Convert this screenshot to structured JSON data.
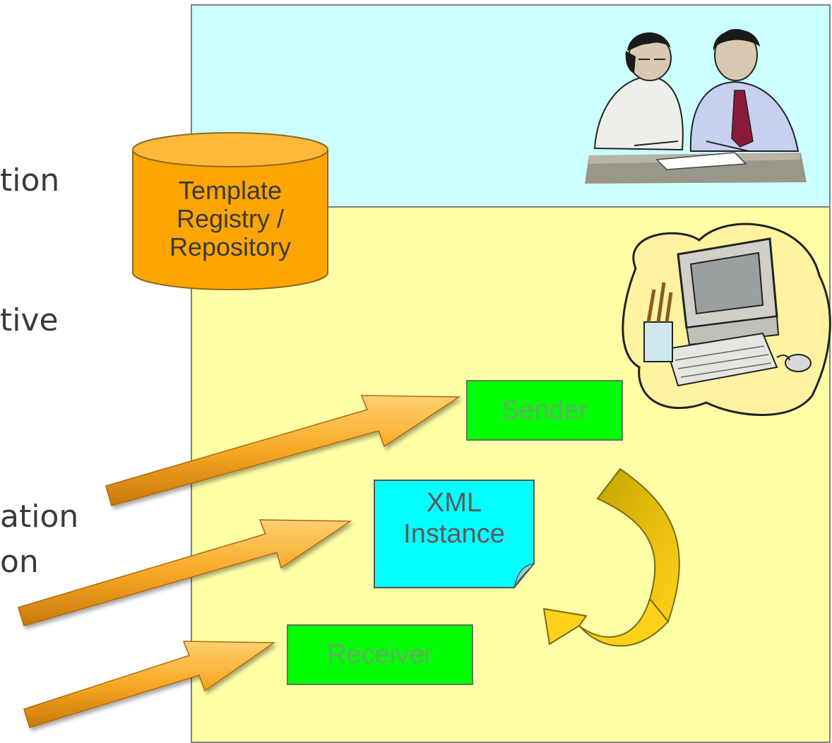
{
  "left_fragments": [
    "tion",
    "tive",
    "ation",
    "on"
  ],
  "database": {
    "line1": "Template",
    "line2": "Registry /",
    "line3": "Repository"
  },
  "sender_label": "Sender",
  "xml": {
    "line1": "XML",
    "line2": "Instance"
  },
  "receiver_label": "Receiver",
  "icons": {
    "people": "people-working-clipart-icon",
    "computer": "computer-desk-clipart-icon"
  },
  "colors": {
    "top_panel": "#ccffff",
    "bottom_panel": "#ffffa6",
    "database": "#ffa500",
    "box_green": "#00ff00",
    "doc_cyan": "#00ffff",
    "arrow_orange": "#f7a823",
    "cycle_arrow": "#d4b400"
  }
}
